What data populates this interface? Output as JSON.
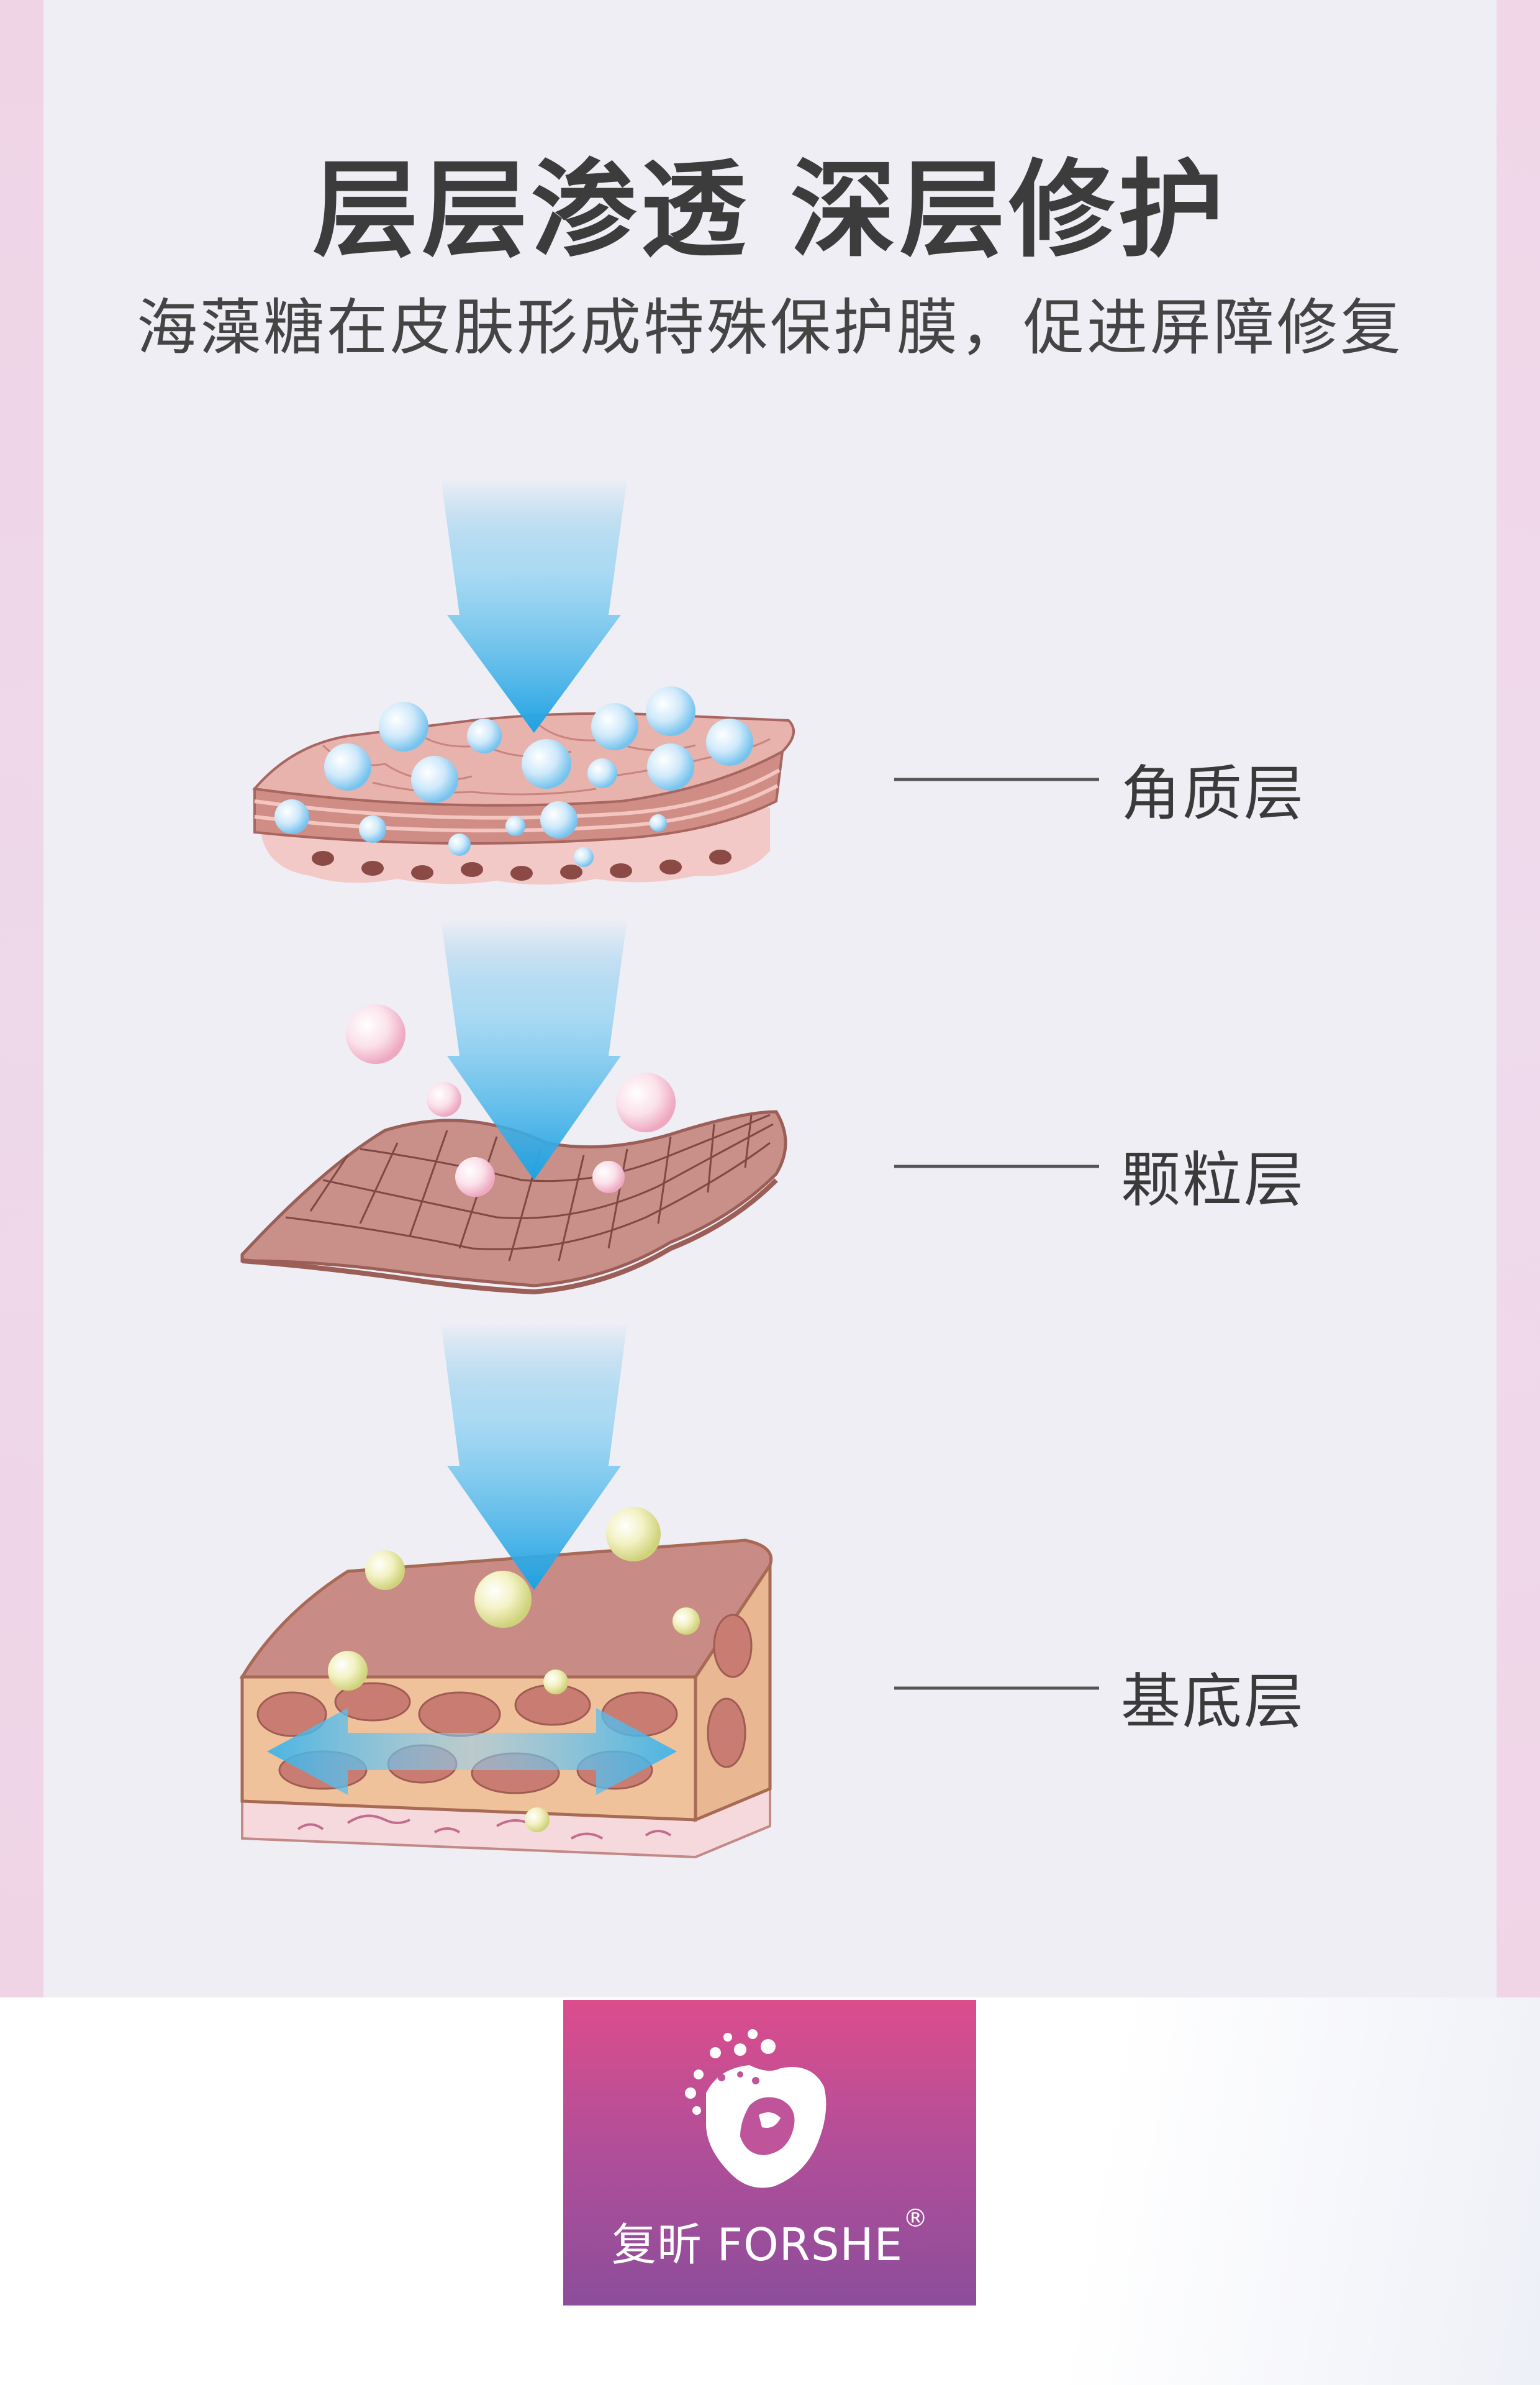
{
  "title": "层层渗透 深层修护",
  "subtitle": "海藻糖在皮肤形成特殊保护膜，促进屏障修复",
  "layers": [
    {
      "label": "角质层"
    },
    {
      "label": "颗粒层"
    },
    {
      "label": "基底层"
    }
  ],
  "brand": {
    "name_cn": "复昕",
    "name_en": "FORSHE",
    "registered": "®"
  },
  "colors": {
    "arrow": "#2aa9e6",
    "skin": "#d49a92",
    "background": "#efeef5",
    "logo_top": "#dc4d8c",
    "logo_bottom": "#8c4d9b"
  }
}
